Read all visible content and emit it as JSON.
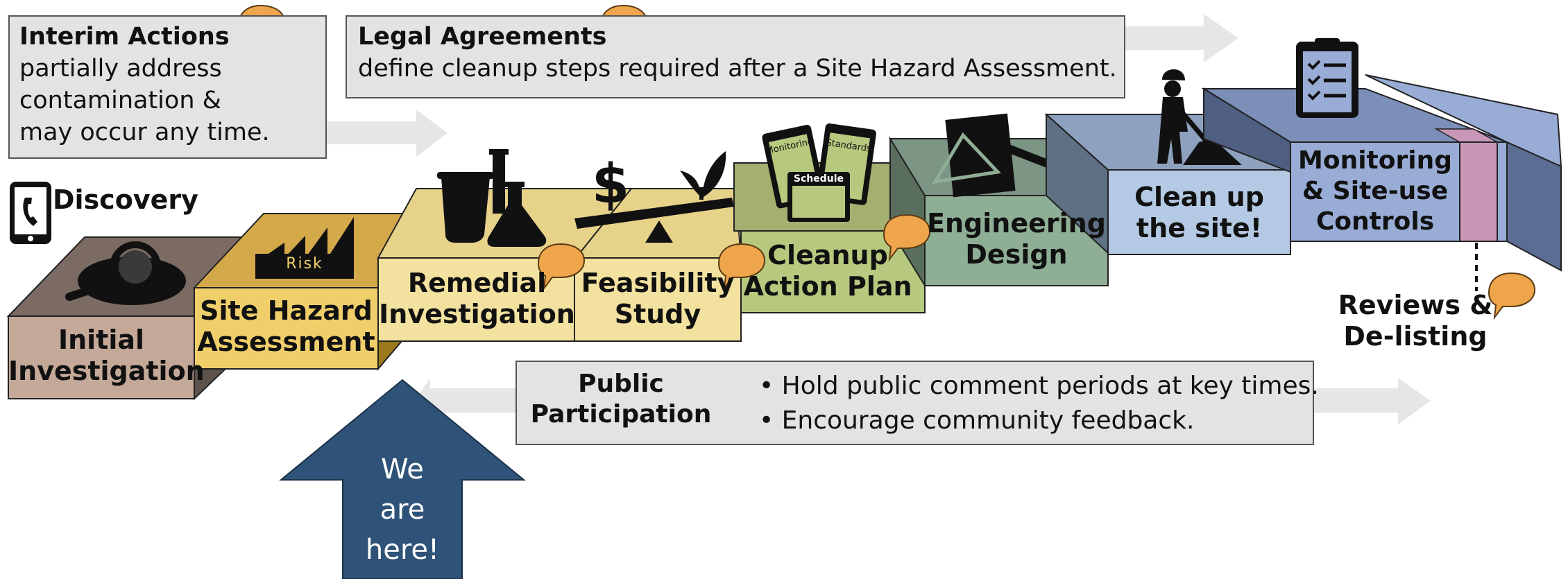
{
  "interim": {
    "title": "Interim Actions",
    "lines": [
      "partially address",
      "contamination &",
      "may occur any time."
    ]
  },
  "legal": {
    "title": "Legal Agreements",
    "text": "define cleanup steps required after a Site Hazard Assessment."
  },
  "discovery": "Discovery",
  "steps": {
    "initial": [
      "Initial",
      "Investigation"
    ],
    "sha": [
      "Site Hazard",
      "Assessment"
    ],
    "sha_icon_text": "Risk",
    "remedial": [
      "Remedial",
      "Investigation"
    ],
    "feasibility": [
      "Feasibility",
      "Study"
    ],
    "cap": [
      "Cleanup",
      "Action Plan"
    ],
    "cap_icon_text": [
      "Monitoring",
      "Standards",
      "Schedule"
    ],
    "engineering": [
      "Engineering",
      "Design"
    ],
    "cleanup": [
      "Clean up",
      "the site!"
    ],
    "monitoring": [
      "Monitoring",
      "& Site-use",
      "Controls"
    ]
  },
  "reviews": [
    "Reviews &",
    "De-listing"
  ],
  "public": {
    "title": [
      "Public",
      "Participation"
    ],
    "bullets": [
      "• Hold public comment periods at key times.",
      "• Encourage community feedback."
    ]
  },
  "here": [
    "We",
    "are",
    "here!"
  ],
  "colors": {
    "initial": "#c4a898",
    "sha": "#f0cf6a",
    "remedial": "#f3e29f",
    "cap": "#b7c97e",
    "engineering": "#8fae96",
    "cleanup": "#b4c9e3",
    "monitoring": "#99acd6",
    "reviews_band": "#c996b8",
    "speech": "#eea54c",
    "here_arrow": "#2f5378",
    "grey_box": "#e3e3e3",
    "grey_arrow": "#e6e6e6"
  }
}
